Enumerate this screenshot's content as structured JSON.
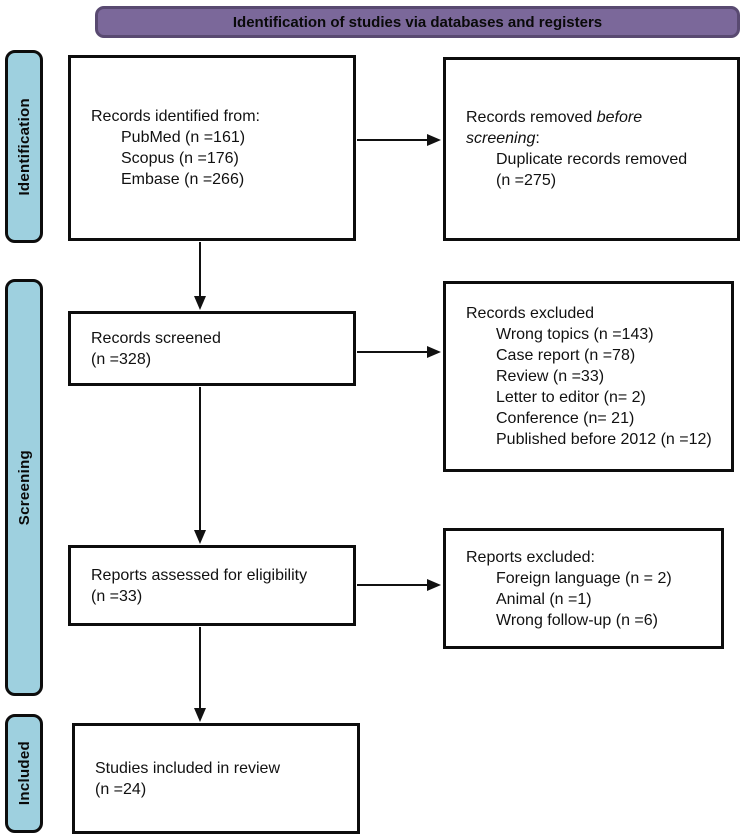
{
  "header": {
    "title": "Identification of studies via databases and registers"
  },
  "stages": [
    {
      "label": "Identification"
    },
    {
      "label": "Screening"
    },
    {
      "label": "Included"
    }
  ],
  "boxes": {
    "identified": {
      "title": "Records identified from:",
      "items": [
        "PubMed (n =161)",
        "Scopus (n =176)",
        "Embase (n =266)"
      ]
    },
    "removed": {
      "line1_prefix": "Records removed ",
      "line1_italic": "before",
      "line2_italic": "screening",
      "line2_suffix": ":",
      "items": [
        "Duplicate records removed",
        "(n =275)"
      ]
    },
    "screened": {
      "lines": [
        "Records screened",
        "(n =328)"
      ]
    },
    "records_excluded": {
      "title": "Records excluded",
      "items": [
        "Wrong topics (n =143)",
        "Case report (n =78)",
        "Review (n =33)",
        "Letter to editor (n= 2)",
        "Conference (n= 21)",
        "Published before 2012 (n =12)"
      ]
    },
    "assessed": {
      "lines": [
        "Reports assessed for eligibility",
        "(n =33)"
      ]
    },
    "reports_excluded": {
      "title": "Reports excluded:",
      "items": [
        "Foreign language (n = 2)",
        "Animal (n =1)",
        "Wrong follow-up (n =6)"
      ]
    },
    "included": {
      "lines": [
        "Studies included in review",
        "(n =24)"
      ]
    }
  },
  "colors": {
    "header_fill": "#7b689a",
    "header_border": "#594a71",
    "stage_fill": "#9ed0df",
    "box_border": "#0d0d0d",
    "arrow": "#111111"
  }
}
